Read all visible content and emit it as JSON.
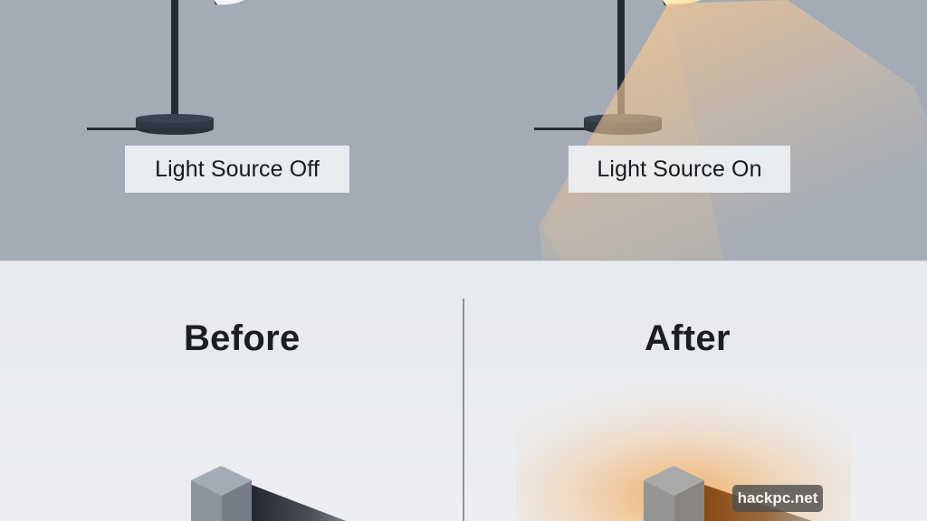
{
  "top_scene": {
    "left_label": "Light Source Off",
    "right_label": "Light Source On",
    "background_color": "#a2abb6",
    "lamp_color": "#252b36",
    "light_color": "#f3c58c"
  },
  "bottom_scene": {
    "left_heading": "Before",
    "right_heading": "After",
    "background_color": "#e9ecf0",
    "cube_color": "#8d96a1",
    "glow_color": "#f2b66f",
    "shadow_color_before": "#2a2e36",
    "shadow_color_after": "#8a4f1d"
  },
  "watermark": {
    "text": "hackpc.net"
  }
}
